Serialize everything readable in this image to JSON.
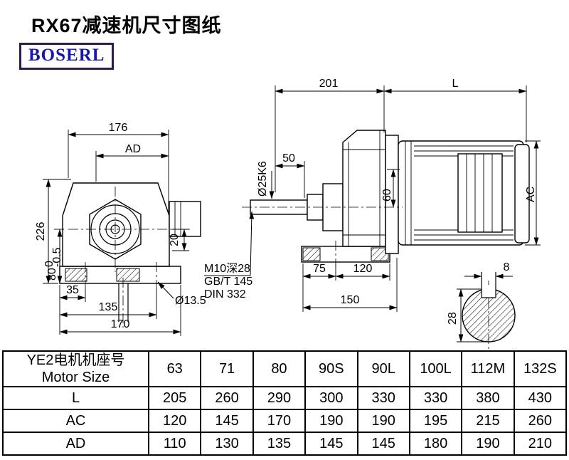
{
  "title": "RX67减速机尺寸图纸",
  "logo_text": "BOSERL",
  "front_view": {
    "dim_width_top": "176",
    "dim_ad": "AD",
    "dim_height": "226",
    "dim_base_height": "80",
    "tol_upper": "0",
    "tol_lower": "-0.5",
    "dim_foot_offset": "35",
    "dim_foot_span": "135",
    "dim_base_width": "170",
    "dim_flange": "20",
    "dim_hole": "Ø13.5"
  },
  "side_view": {
    "dim_gearbox_length": "201",
    "dim_motor_length": "L",
    "dim_shaft_length": "50",
    "dim_shaft_dia": "Ø25K6",
    "dim_center_height": "60",
    "dim_motor_dia": "AC",
    "note_tap": "M10深28",
    "note_std1": "GB/T 145",
    "note_std2": "DIN 332",
    "dim_foot_front": "75",
    "dim_foot_span": "120",
    "dim_foot_total": "150"
  },
  "shaft_section": {
    "dim_key_width": "8",
    "dim_key_height": "28"
  },
  "table": {
    "header": {
      "label_cn": "YE2电机机座号",
      "label_en": "Motor Size",
      "sizes": [
        "63",
        "71",
        "80",
        "90S",
        "90L",
        "100L",
        "112M",
        "132S"
      ]
    },
    "rows": [
      {
        "name": "L",
        "values": [
          "205",
          "260",
          "290",
          "300",
          "330",
          "330",
          "380",
          "430"
        ]
      },
      {
        "name": "AC",
        "values": [
          "120",
          "145",
          "170",
          "190",
          "190",
          "195",
          "215",
          "260"
        ]
      },
      {
        "name": "AD",
        "values": [
          "110",
          "130",
          "135",
          "145",
          "145",
          "180",
          "190",
          "210"
        ]
      }
    ]
  }
}
